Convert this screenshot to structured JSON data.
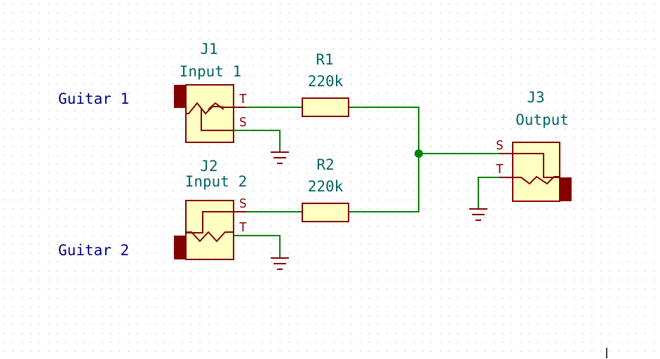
{
  "canvas": {
    "background": "#ffffff",
    "grid_dot_color": "#bdbdbd"
  },
  "colors": {
    "wire": "#008400",
    "component_outline": "#840000",
    "component_fill": "#ffffc2",
    "reference_text": "#006464",
    "net_label_text": "#000084",
    "junction": "#008400"
  },
  "components": {
    "j1": {
      "ref": "J1",
      "value": "Input 1",
      "pin_top": "T",
      "pin_bottom": "S"
    },
    "j2": {
      "ref": "J2",
      "value": "Input 2",
      "pin_top": "S",
      "pin_bottom": "T"
    },
    "j3": {
      "ref": "J3",
      "value": "Output",
      "pin_top": "S",
      "pin_bottom": "T"
    },
    "r1": {
      "ref": "R1",
      "value": "220k"
    },
    "r2": {
      "ref": "R2",
      "value": "220k"
    }
  },
  "net_labels": {
    "guitar1": "Guitar 1",
    "guitar2": "Guitar 2"
  },
  "symbols": {
    "ground": "ground-icon",
    "junction": "junction-dot-icon",
    "jack": "audio-jack-icon"
  }
}
